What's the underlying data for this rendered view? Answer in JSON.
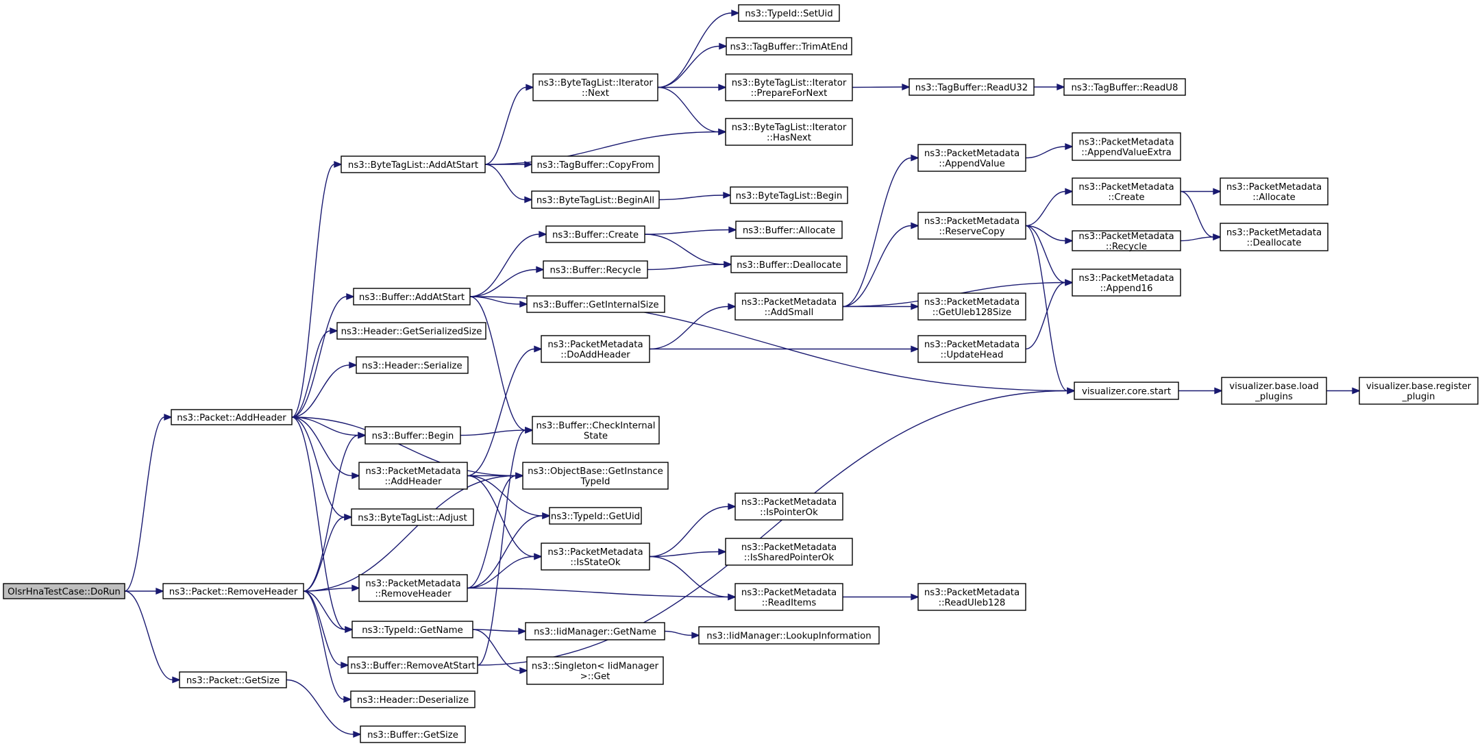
{
  "nodes": [
    {
      "id": "n0",
      "lines": [
        "OlsrHnaTestCase::DoRun"
      ],
      "root": true
    },
    {
      "id": "n1",
      "lines": [
        "ns3::Packet::AddHeader"
      ]
    },
    {
      "id": "n2",
      "lines": [
        "ns3::Packet::RemoveHeader"
      ]
    },
    {
      "id": "n3",
      "lines": [
        "ns3::Packet::GetSize"
      ]
    },
    {
      "id": "n4",
      "lines": [
        "ns3::ByteTagList::AddAtStart"
      ]
    },
    {
      "id": "n5",
      "lines": [
        "ns3::Buffer::AddAtStart"
      ]
    },
    {
      "id": "n6",
      "lines": [
        "ns3::Header::GetSerializedSize"
      ]
    },
    {
      "id": "n7",
      "lines": [
        "ns3::Header::Serialize"
      ]
    },
    {
      "id": "n8",
      "lines": [
        "ns3::Buffer::Begin"
      ]
    },
    {
      "id": "n9",
      "lines": [
        "ns3::PacketMetadata",
        "::AddHeader"
      ]
    },
    {
      "id": "n10",
      "lines": [
        "ns3::ByteTagList::Adjust"
      ]
    },
    {
      "id": "n11",
      "lines": [
        "ns3::PacketMetadata",
        "::RemoveHeader"
      ]
    },
    {
      "id": "n12",
      "lines": [
        "ns3::TypeId::GetName"
      ]
    },
    {
      "id": "n13",
      "lines": [
        "ns3::Buffer::RemoveAtStart"
      ]
    },
    {
      "id": "n14",
      "lines": [
        "ns3::Header::Deserialize"
      ]
    },
    {
      "id": "n15",
      "lines": [
        "ns3::Buffer::GetSize"
      ]
    },
    {
      "id": "n16",
      "lines": [
        "ns3::ByteTagList::Iterator",
        "::Next"
      ]
    },
    {
      "id": "n17",
      "lines": [
        "ns3::TagBuffer::CopyFrom"
      ]
    },
    {
      "id": "n18",
      "lines": [
        "ns3::ByteTagList::BeginAll"
      ]
    },
    {
      "id": "n19",
      "lines": [
        "ns3::Buffer::Create"
      ]
    },
    {
      "id": "n20",
      "lines": [
        "ns3::Buffer::Recycle"
      ]
    },
    {
      "id": "n21",
      "lines": [
        "ns3::Buffer::GetInternalSize"
      ]
    },
    {
      "id": "n22",
      "lines": [
        "ns3::PacketMetadata",
        "::DoAddHeader"
      ]
    },
    {
      "id": "n23",
      "lines": [
        "ns3::Buffer::CheckInternal",
        "State"
      ]
    },
    {
      "id": "n24",
      "lines": [
        "ns3::ObjectBase::GetInstance",
        "TypeId"
      ]
    },
    {
      "id": "n25",
      "lines": [
        "ns3::TypeId::GetUid"
      ]
    },
    {
      "id": "n26",
      "lines": [
        "ns3::PacketMetadata",
        "::IsStateOk"
      ]
    },
    {
      "id": "n27",
      "lines": [
        "ns3::IidManager::GetName"
      ]
    },
    {
      "id": "n28",
      "lines": [
        "ns3::Singleton< IidManager",
        ">::Get"
      ]
    },
    {
      "id": "n29",
      "lines": [
        "ns3::TypeId::SetUid"
      ]
    },
    {
      "id": "n30",
      "lines": [
        "ns3::TagBuffer::TrimAtEnd"
      ]
    },
    {
      "id": "n31",
      "lines": [
        "ns3::ByteTagList::Iterator",
        "::PrepareForNext"
      ]
    },
    {
      "id": "n32",
      "lines": [
        "ns3::ByteTagList::Iterator",
        "::HasNext"
      ]
    },
    {
      "id": "n33",
      "lines": [
        "ns3::ByteTagList::Begin"
      ]
    },
    {
      "id": "n34",
      "lines": [
        "ns3::Buffer::Allocate"
      ]
    },
    {
      "id": "n35",
      "lines": [
        "ns3::Buffer::Deallocate"
      ]
    },
    {
      "id": "n36",
      "lines": [
        "ns3::PacketMetadata",
        "::AddSmall"
      ]
    },
    {
      "id": "n37",
      "lines": [
        "ns3::PacketMetadata",
        "::IsPointerOk"
      ]
    },
    {
      "id": "n38",
      "lines": [
        "ns3::PacketMetadata",
        "::IsSharedPointerOk"
      ]
    },
    {
      "id": "n39",
      "lines": [
        "ns3::PacketMetadata",
        "::ReadItems"
      ]
    },
    {
      "id": "n40",
      "lines": [
        "ns3::IidManager::LookupInformation"
      ]
    },
    {
      "id": "n41",
      "lines": [
        "ns3::TagBuffer::ReadU32"
      ]
    },
    {
      "id": "n42",
      "lines": [
        "ns3::PacketMetadata",
        "::AppendValue"
      ]
    },
    {
      "id": "n43",
      "lines": [
        "ns3::PacketMetadata",
        "::ReserveCopy"
      ]
    },
    {
      "id": "n44",
      "lines": [
        "ns3::PacketMetadata",
        "::GetUleb128Size"
      ]
    },
    {
      "id": "n45",
      "lines": [
        "ns3::PacketMetadata",
        "::UpdateHead"
      ]
    },
    {
      "id": "n46",
      "lines": [
        "ns3::PacketMetadata",
        "::ReadUleb128"
      ]
    },
    {
      "id": "n47",
      "lines": [
        "ns3::TagBuffer::ReadU8"
      ]
    },
    {
      "id": "n48",
      "lines": [
        "ns3::PacketMetadata",
        "::AppendValueExtra"
      ]
    },
    {
      "id": "n49",
      "lines": [
        "ns3::PacketMetadata",
        "::Create"
      ]
    },
    {
      "id": "n50",
      "lines": [
        "ns3::PacketMetadata",
        "::Recycle"
      ]
    },
    {
      "id": "n51",
      "lines": [
        "ns3::PacketMetadata",
        "::Append16"
      ]
    },
    {
      "id": "n52",
      "lines": [
        "visualizer.core.start"
      ]
    },
    {
      "id": "n53",
      "lines": [
        "ns3::PacketMetadata",
        "::Allocate"
      ]
    },
    {
      "id": "n54",
      "lines": [
        "ns3::PacketMetadata",
        "::Deallocate"
      ]
    },
    {
      "id": "n55",
      "lines": [
        "visualizer.base.load",
        "_plugins"
      ]
    },
    {
      "id": "n56",
      "lines": [
        "visualizer.base.register",
        "_plugin"
      ]
    }
  ],
  "edges": [
    [
      "n0",
      "n1"
    ],
    [
      "n0",
      "n2"
    ],
    [
      "n0",
      "n3"
    ],
    [
      "n1",
      "n4"
    ],
    [
      "n1",
      "n5"
    ],
    [
      "n1",
      "n6"
    ],
    [
      "n1",
      "n7"
    ],
    [
      "n1",
      "n8"
    ],
    [
      "n1",
      "n9"
    ],
    [
      "n1",
      "n10"
    ],
    [
      "n1",
      "n12"
    ],
    [
      "n1",
      "n24"
    ],
    [
      "n2",
      "n8"
    ],
    [
      "n2",
      "n10"
    ],
    [
      "n2",
      "n11"
    ],
    [
      "n2",
      "n12"
    ],
    [
      "n2",
      "n13"
    ],
    [
      "n2",
      "n14"
    ],
    [
      "n2",
      "n24"
    ],
    [
      "n3",
      "n15"
    ],
    [
      "n4",
      "n16"
    ],
    [
      "n4",
      "n32"
    ],
    [
      "n4",
      "n17"
    ],
    [
      "n4",
      "n18"
    ],
    [
      "n5",
      "n19"
    ],
    [
      "n5",
      "n20"
    ],
    [
      "n5",
      "n21"
    ],
    [
      "n5",
      "n23"
    ],
    [
      "n5",
      "n52"
    ],
    [
      "n8",
      "n23"
    ],
    [
      "n9",
      "n22"
    ],
    [
      "n9",
      "n24"
    ],
    [
      "n9",
      "n25"
    ],
    [
      "n9",
      "n26"
    ],
    [
      "n11",
      "n24"
    ],
    [
      "n11",
      "n25"
    ],
    [
      "n11",
      "n26"
    ],
    [
      "n11",
      "n39"
    ],
    [
      "n12",
      "n27"
    ],
    [
      "n12",
      "n28"
    ],
    [
      "n13",
      "n23"
    ],
    [
      "n13",
      "n52"
    ],
    [
      "n16",
      "n29"
    ],
    [
      "n16",
      "n30"
    ],
    [
      "n16",
      "n31"
    ],
    [
      "n16",
      "n32"
    ],
    [
      "n18",
      "n33"
    ],
    [
      "n19",
      "n34"
    ],
    [
      "n19",
      "n35"
    ],
    [
      "n20",
      "n35"
    ],
    [
      "n22",
      "n36"
    ],
    [
      "n22",
      "n45"
    ],
    [
      "n26",
      "n37"
    ],
    [
      "n26",
      "n38"
    ],
    [
      "n26",
      "n39"
    ],
    [
      "n27",
      "n40"
    ],
    [
      "n31",
      "n41"
    ],
    [
      "n41",
      "n47"
    ],
    [
      "n36",
      "n42"
    ],
    [
      "n36",
      "n43"
    ],
    [
      "n36",
      "n44"
    ],
    [
      "n36",
      "n51"
    ],
    [
      "n39",
      "n46"
    ],
    [
      "n42",
      "n48"
    ],
    [
      "n43",
      "n49"
    ],
    [
      "n43",
      "n50"
    ],
    [
      "n43",
      "n51"
    ],
    [
      "n43",
      "n52"
    ],
    [
      "n45",
      "n51"
    ],
    [
      "n49",
      "n53"
    ],
    [
      "n49",
      "n54"
    ],
    [
      "n50",
      "n54"
    ],
    [
      "n52",
      "n55"
    ],
    [
      "n55",
      "n56"
    ]
  ]
}
